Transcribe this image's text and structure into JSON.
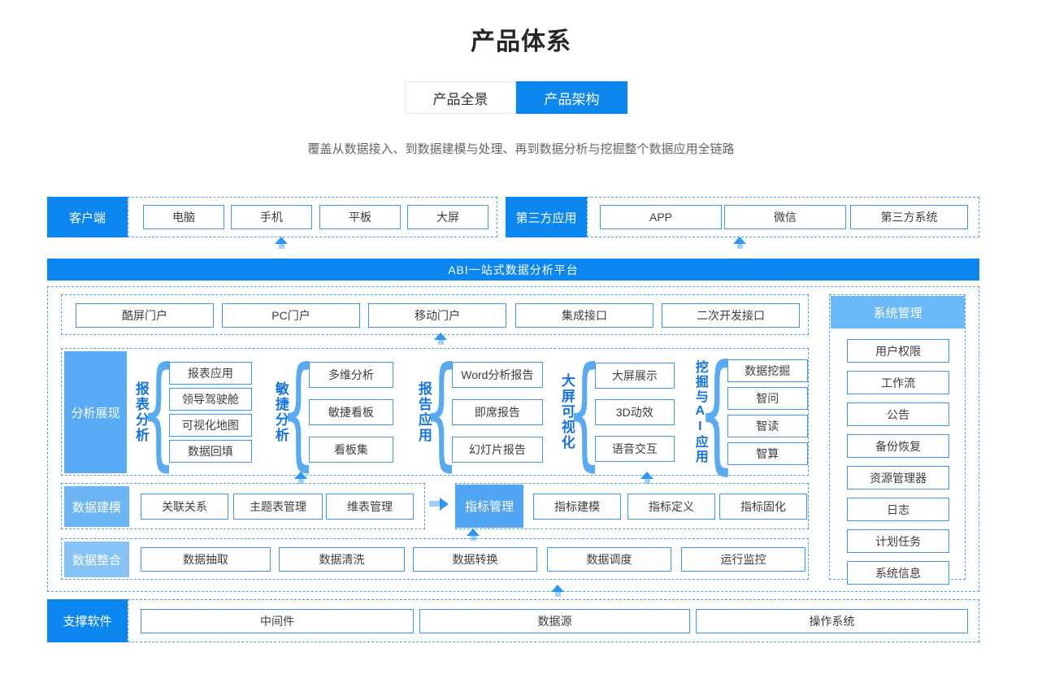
{
  "header": {
    "title": "产品体系",
    "tabs": [
      {
        "label": "产品全景",
        "active": false
      },
      {
        "label": "产品架构",
        "active": true
      }
    ],
    "subtitle": "覆盖从数据接入、到数据建模与处理、再到数据分析与挖掘整个数据应用全链路"
  },
  "colors": {
    "primary_blue": "#0d87f0",
    "analysis_blue": "#58abf5",
    "modeling_blue": "#6db6f6",
    "integration_blue": "#85c2f6",
    "indicator_blue": "#51a6f4",
    "system_header_blue": "#6cb9f8",
    "dashed_border": "#4da3f3",
    "node_border": "#3a97f0",
    "vertical_label_blue": "#1674e0"
  },
  "decoration": {
    "brace": "{"
  },
  "client": {
    "label": "客户端",
    "items": [
      "电脑",
      "手机",
      "平板",
      "大屏"
    ]
  },
  "third_party": {
    "label": "第三方应用",
    "items": [
      "APP",
      "微信",
      "第三方系统"
    ]
  },
  "platform_banner": {
    "label": "ABI一站式数据分析平台"
  },
  "portals": {
    "items": [
      "酷屏门户",
      "PC门户",
      "移动门户",
      "集成接口",
      "二次开发接口"
    ]
  },
  "analysis": {
    "label": "分析展现",
    "groups": [
      {
        "name": "报表分析",
        "items": [
          "报表应用",
          "领导驾驶舱",
          "可视化地图",
          "数据回填"
        ]
      },
      {
        "name": "敏捷分析",
        "items": [
          "多维分析",
          "敏捷看板",
          "看板集"
        ]
      },
      {
        "name": "报告应用",
        "items": [
          "Word分析报告",
          "即席报告",
          "幻灯片报告"
        ]
      },
      {
        "name": "大屏可视化",
        "items": [
          "大屏展示",
          "3D动效",
          "语音交互"
        ]
      },
      {
        "name": "挖掘与AI应用",
        "items": [
          "数据挖掘",
          "智问",
          "智读",
          "智算"
        ]
      }
    ]
  },
  "modeling": {
    "label": "数据建模",
    "items": [
      "关联关系",
      "主题表管理",
      "维表管理"
    ]
  },
  "indicator": {
    "label": "指标管理",
    "items": [
      "指标建模",
      "指标定义",
      "指标固化"
    ]
  },
  "integration": {
    "label": "数据整合",
    "items": [
      "数据抽取",
      "数据清洗",
      "数据转换",
      "数据调度",
      "运行监控"
    ]
  },
  "system": {
    "label": "系统管理",
    "items": [
      "用户权限",
      "工作流",
      "公告",
      "备份恢复",
      "资源管理器",
      "日志",
      "计划任务",
      "系统信息"
    ]
  },
  "support": {
    "label": "支撑软件",
    "items": [
      "中间件",
      "数据源",
      "操作系统"
    ]
  }
}
